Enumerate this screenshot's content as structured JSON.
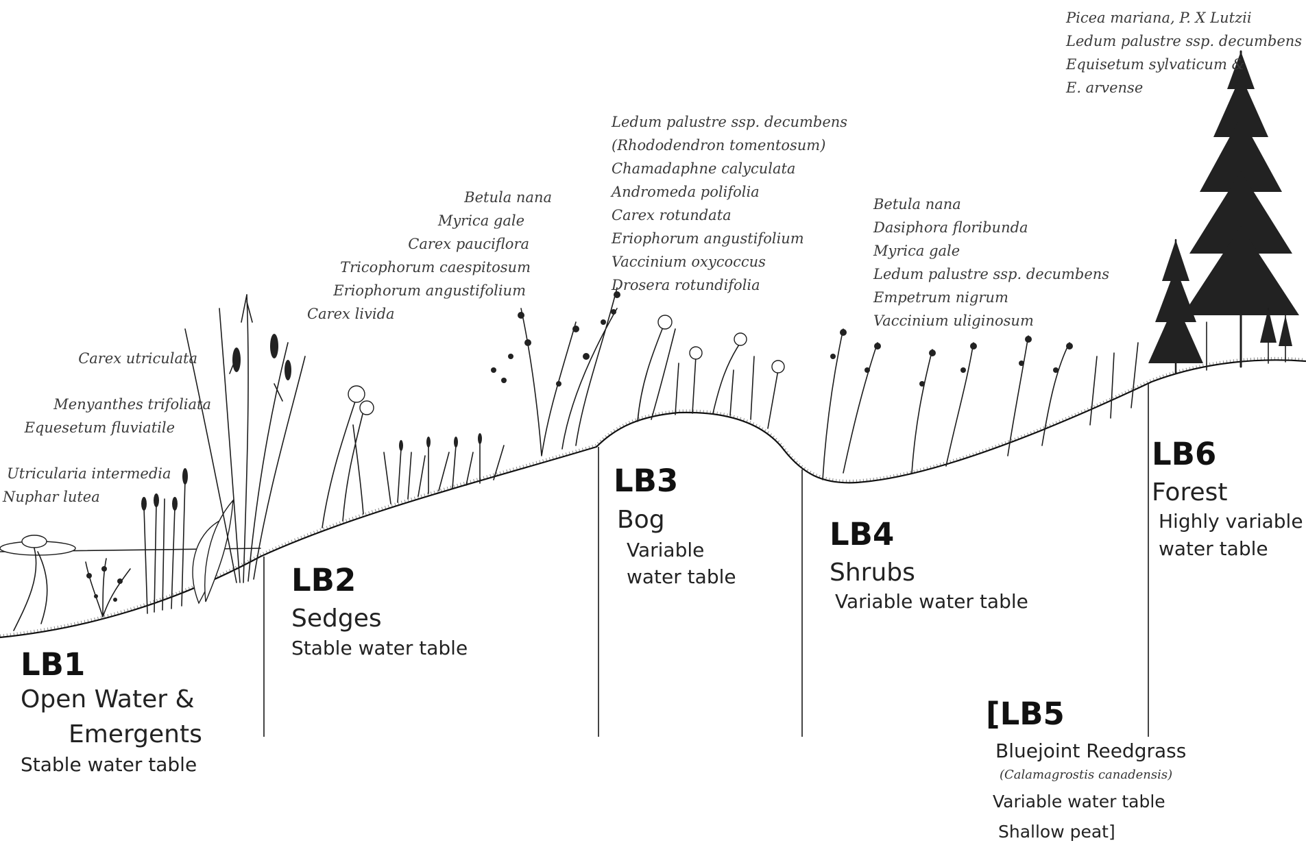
{
  "species_lists": {
    "lb1_upper": [
      "Carex utriculata"
    ],
    "lb1_mid": [
      "Menyanthes trifoliata",
      "Equesetum fluviatile"
    ],
    "lb1_lower": [
      "Utricularia intermedia",
      "Nuphar lutea"
    ],
    "lb2": [
      "Betula nana",
      "Myrica gale",
      "Carex pauciflora",
      "Tricophorum caespitosum",
      "Eriophorum angustifolium",
      "Carex livida"
    ],
    "lb3": [
      "Ledum palustre ssp. decumbens",
      "(Rhododendron tomentosum)",
      "Chamadaphne calyculata",
      "Andromeda polifolia",
      "Carex rotundata",
      "Eriophorum angustifolium",
      "Vaccinium oxycoccus",
      "Drosera rotundifolia"
    ],
    "lb4": [
      "Betula nana",
      "Dasiphora floribunda",
      "Myrica gale",
      "Ledum palustre ssp. decumbens",
      "Empetrum nigrum",
      "Vaccinium uliginosum"
    ],
    "lb6": [
      "Picea mariana, P. X Lutzii",
      "Ledum palustre ssp. decumbens",
      "Equisetum sylvaticum &",
      "E. arvense"
    ]
  },
  "zones": {
    "lb1": {
      "code": "LB1",
      "name_line1": "Open Water &",
      "name_line2": "Emergents",
      "water": "Stable water table"
    },
    "lb2": {
      "code": "LB2",
      "name": "Sedges",
      "water": "Stable water table"
    },
    "lb3": {
      "code": "LB3",
      "name": "Bog",
      "water_line1": "Variable",
      "water_line2": "water table"
    },
    "lb4": {
      "code": "LB4",
      "name": "Shrubs",
      "water": "Variable water table"
    },
    "lb5": {
      "code": "[LB5",
      "name": "Bluejoint Reedgrass",
      "scientific": "(Calamagrostis canadensis)",
      "water": "Variable water table",
      "peat": "Shallow peat]"
    },
    "lb6": {
      "code": "LB6",
      "name": "Forest",
      "water_line1": "Highly variable",
      "water_line2": "water table"
    }
  }
}
